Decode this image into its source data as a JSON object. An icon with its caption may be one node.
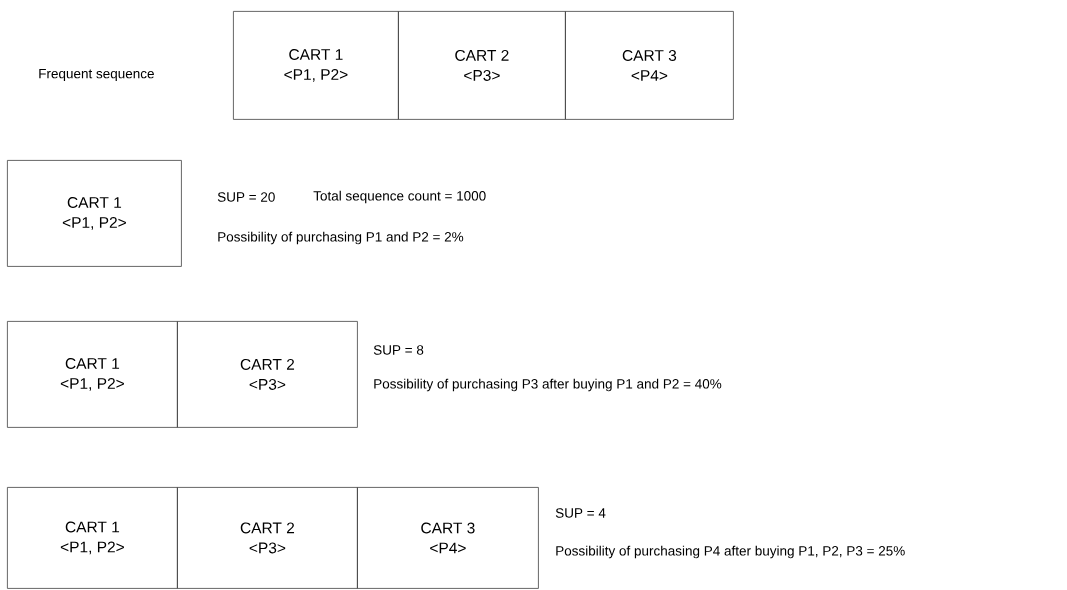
{
  "diagram": {
    "nodes": [
      {
        "text": [
          "CART 1",
          "<P1, P2>"
        ]
      },
      {
        "text": [
          "CART 2",
          "<P3>"
        ]
      },
      {
        "text": [
          "CART 3",
          "<P4>"
        ]
      },
      {
        "text": [
          "CART 1",
          "<P1, P2>"
        ]
      },
      {
        "text": [
          "CART 1",
          "<P1, P2>"
        ]
      },
      {
        "text": [
          "CART 2",
          "<P3>"
        ]
      },
      {
        "text": [
          "CART 1",
          "<P1, P2>"
        ]
      },
      {
        "text": [
          "CART 2",
          "<P3>"
        ]
      },
      {
        "text": [
          "CART 3",
          "<P4>"
        ]
      }
    ],
    "labels": [
      "Frequent sequence",
      "SUP = 20",
      "Total sequence count = 1000",
      "Possibility of purchasing P1 and P2 = 2%",
      "SUP = 8",
      "Possibility of purchasing P3 after buying P1 and P2 = 40%",
      "SUP = 4",
      "Possibility of purchasing P4 after buying P1, P2, P3 = 25%"
    ]
  }
}
